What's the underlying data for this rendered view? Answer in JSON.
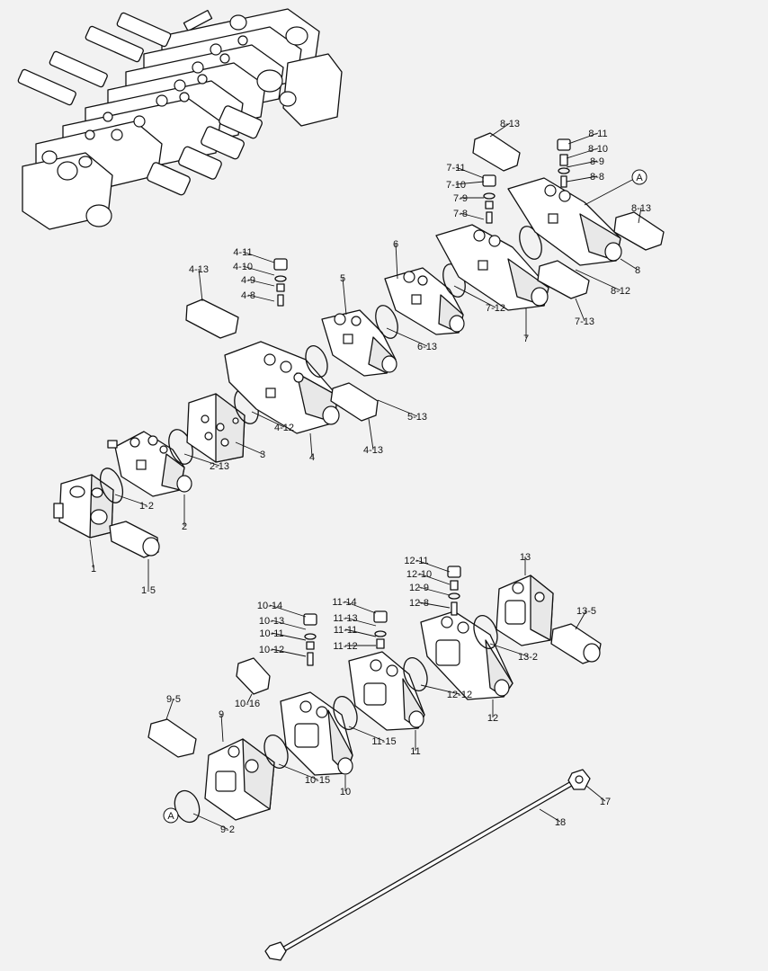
{
  "colors": {
    "background": "#f2f2f2",
    "line": "#111111",
    "fill": "#ffffff"
  },
  "reference_mark": "A",
  "callouts": [
    "1",
    "1-2",
    "1-5",
    "2",
    "2-13",
    "3",
    "4",
    "4-8",
    "4-9",
    "4-10",
    "4-11",
    "4-12",
    "4-13",
    "4-13",
    "5",
    "5-13",
    "6",
    "6-13",
    "7",
    "7-8",
    "7-9",
    "7-10",
    "7-11",
    "7-12",
    "7-13",
    "8",
    "8-8",
    "8-9",
    "8-10",
    "8-11",
    "8-12",
    "8-13",
    "8-13",
    "9",
    "9-2",
    "9-5",
    "10",
    "10-11",
    "10-12",
    "10-13",
    "10-14",
    "10-15",
    "10-16",
    "11",
    "11-11",
    "11-12",
    "11-13",
    "11-14",
    "11-15",
    "12",
    "12-8",
    "12-9",
    "12-10",
    "12-11",
    "12-12",
    "13",
    "13-2",
    "13-5",
    "17",
    "18"
  ]
}
